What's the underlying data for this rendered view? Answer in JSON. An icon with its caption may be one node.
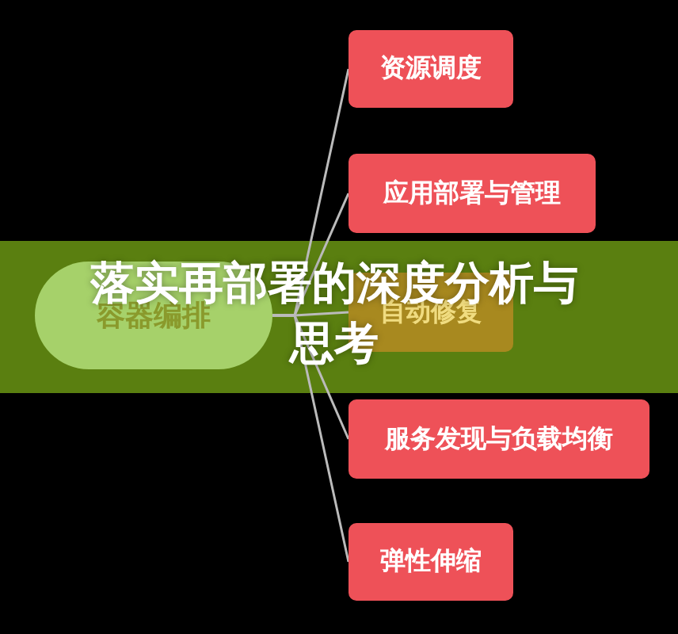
{
  "diagram": {
    "title": "落实再部署的深度分析与思考",
    "nodes": [
      {
        "text": [
          "容器编排"
        ]
      },
      {
        "text": [
          "资源调度"
        ]
      },
      {
        "text": [
          "应用部署与管理"
        ]
      },
      {
        "text": [
          "自动修复"
        ]
      },
      {
        "text": [
          "服务发现与负载均衡"
        ]
      },
      {
        "text": [
          "弹性伸缩"
        ]
      }
    ],
    "edges": [
      {
        "from": 0,
        "to": 1,
        "arrow": "none"
      },
      {
        "from": 0,
        "to": 2,
        "arrow": "none"
      },
      {
        "from": 0,
        "to": 3,
        "arrow": "none"
      },
      {
        "from": 0,
        "to": 4,
        "arrow": "none"
      },
      {
        "from": 0,
        "to": 5,
        "arrow": "none"
      }
    ]
  }
}
